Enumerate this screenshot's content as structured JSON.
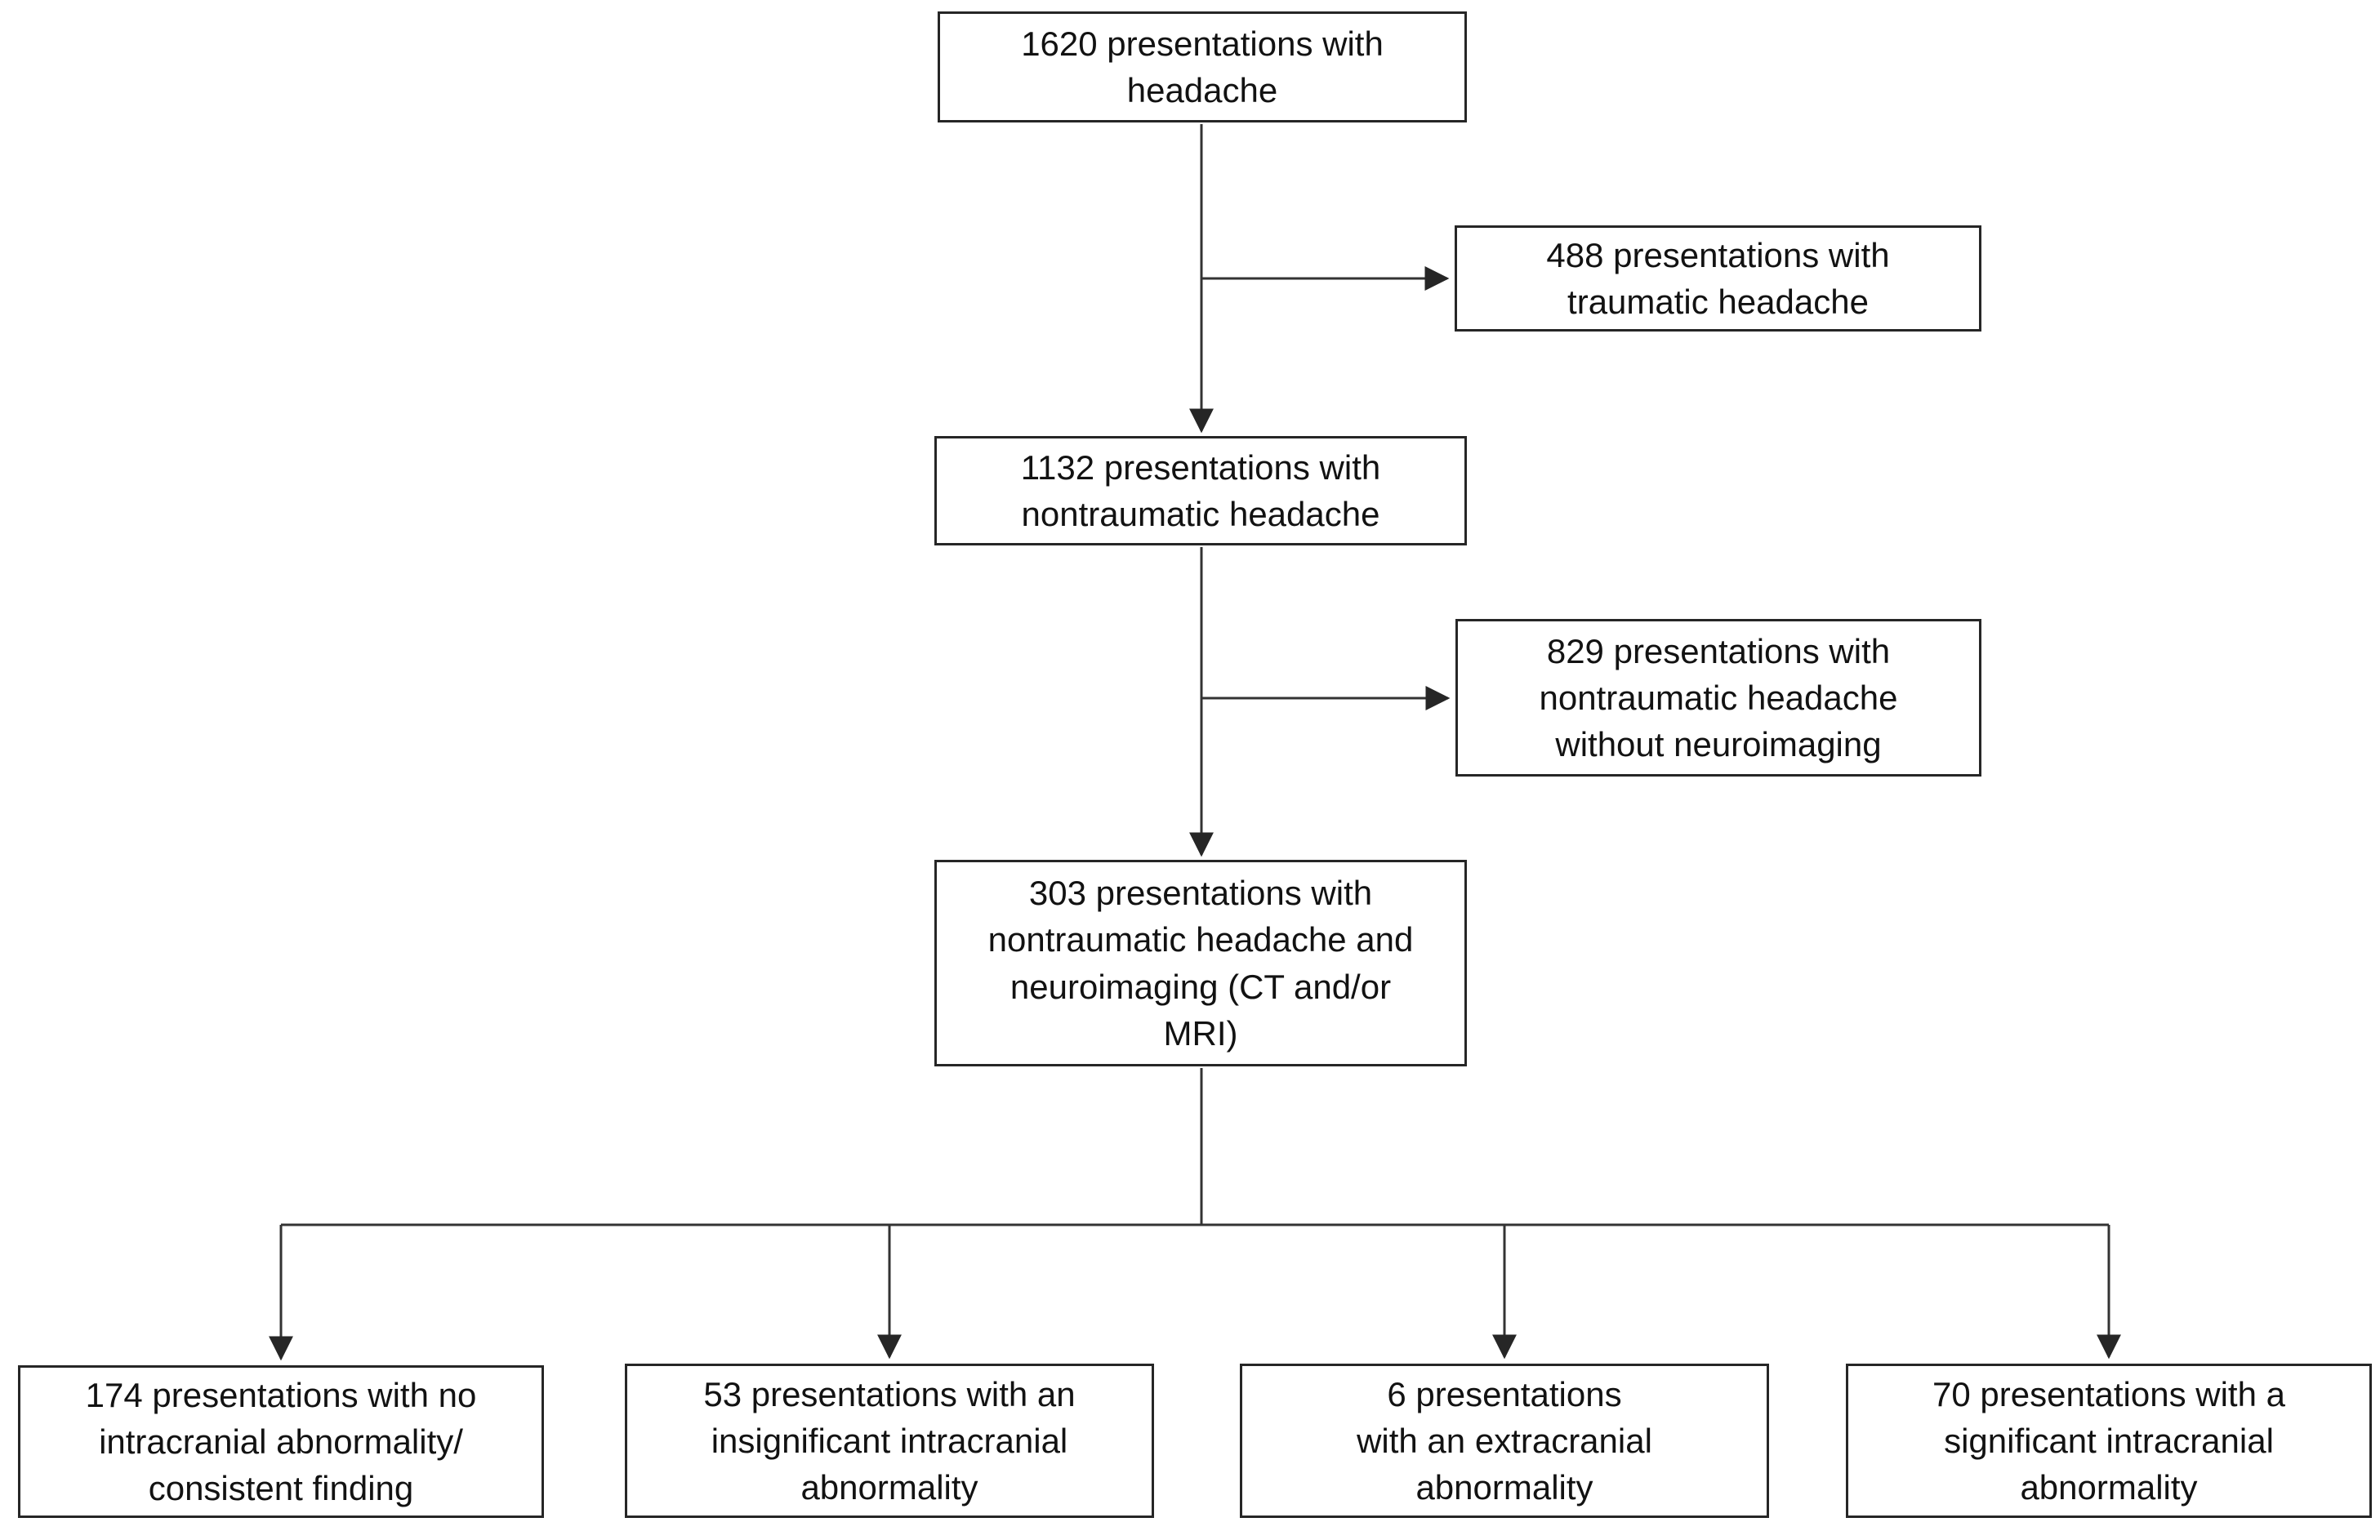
{
  "diagram": {
    "type": "flowchart",
    "colors": {
      "background": "#ffffff",
      "box_fill": "#ffffff",
      "box_border": "#262626",
      "connector": "#333333",
      "text": "#121212"
    },
    "nodes": {
      "total": {
        "lines": [
          "1620 presentations with",
          "headache"
        ]
      },
      "traumatic": {
        "lines": [
          "488 presentations with",
          "traumatic headache"
        ]
      },
      "nontraumatic": {
        "lines": [
          "1132 presentations with",
          "nontraumatic headache"
        ]
      },
      "no_neuroimaging": {
        "lines": [
          "829 presentations with",
          "nontraumatic headache",
          "without neuroimaging"
        ]
      },
      "neuroimaging": {
        "lines": [
          "303 presentations with",
          "nontraumatic headache and",
          "neuroimaging (CT and/or",
          "MRI)"
        ]
      },
      "no_abnormality": {
        "lines": [
          "174 presentations with no",
          "intracranial abnormality/",
          "consistent finding"
        ]
      },
      "insignificant_intracranial": {
        "lines": [
          "53 presentations with an",
          "insignificant intracranial",
          "abnormality"
        ]
      },
      "extracranial": {
        "lines": [
          "6 presentations",
          "with an extracranial",
          "abnormality"
        ]
      },
      "significant_intracranial": {
        "lines": [
          "70 presentations with a",
          "significant intracranial",
          "abnormality"
        ]
      }
    }
  }
}
